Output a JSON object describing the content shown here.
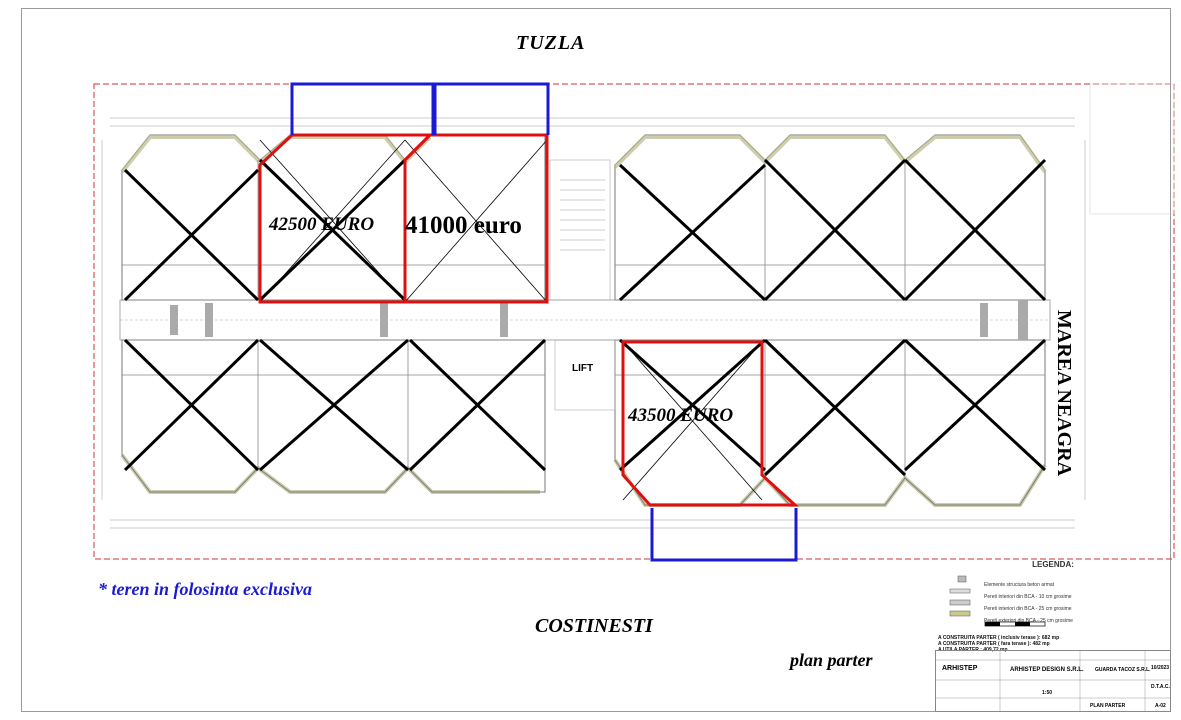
{
  "labels": {
    "north": "TUZLA",
    "south": "COSTINESTI",
    "east": "MAREA NEAGRA",
    "caption": "plan parter",
    "note": "* teren in folosinta exclusiva",
    "lift": "LIFT"
  },
  "prices": {
    "unit_a": "42500 EURO",
    "unit_b": "41000 euro",
    "unit_c": "43500 EURO"
  },
  "legend": {
    "title": "LEGENDA:",
    "items": [
      "Elemente structura beton armat",
      "Pereti interiori din BCA - 10 cm grosime",
      "Pereti interiori din BCA - 25 cm grosime",
      "Pereti exteriori din BCA - 25 cm grosime"
    ]
  },
  "areas": {
    "line1": "A CONSTRUITA PARTER ( inclusiv terase ): 682 mp",
    "line2": "A CONSTRUITA PARTER ( fara terase ): 482 mp",
    "line3": "A UTILA PARTER : 409,72 mp"
  },
  "title_block": {
    "logo": "ARHISTEP",
    "firm": "ARHISTEP DESIGN S.R.L.",
    "client": "GUARDA TACOZ S.R.L.",
    "date": "10/2023",
    "phase": "D.T.A.C.",
    "scale": "1:50",
    "sheet_title": "PLAN PARTER",
    "sheet_number": "A-02"
  },
  "colors": {
    "sold_cross": "#000000",
    "available_outline": "#e01010",
    "exclusive_land": "#1a1ad6",
    "plot_boundary": "#d23030",
    "exterior_wall": "#b9b98a"
  }
}
